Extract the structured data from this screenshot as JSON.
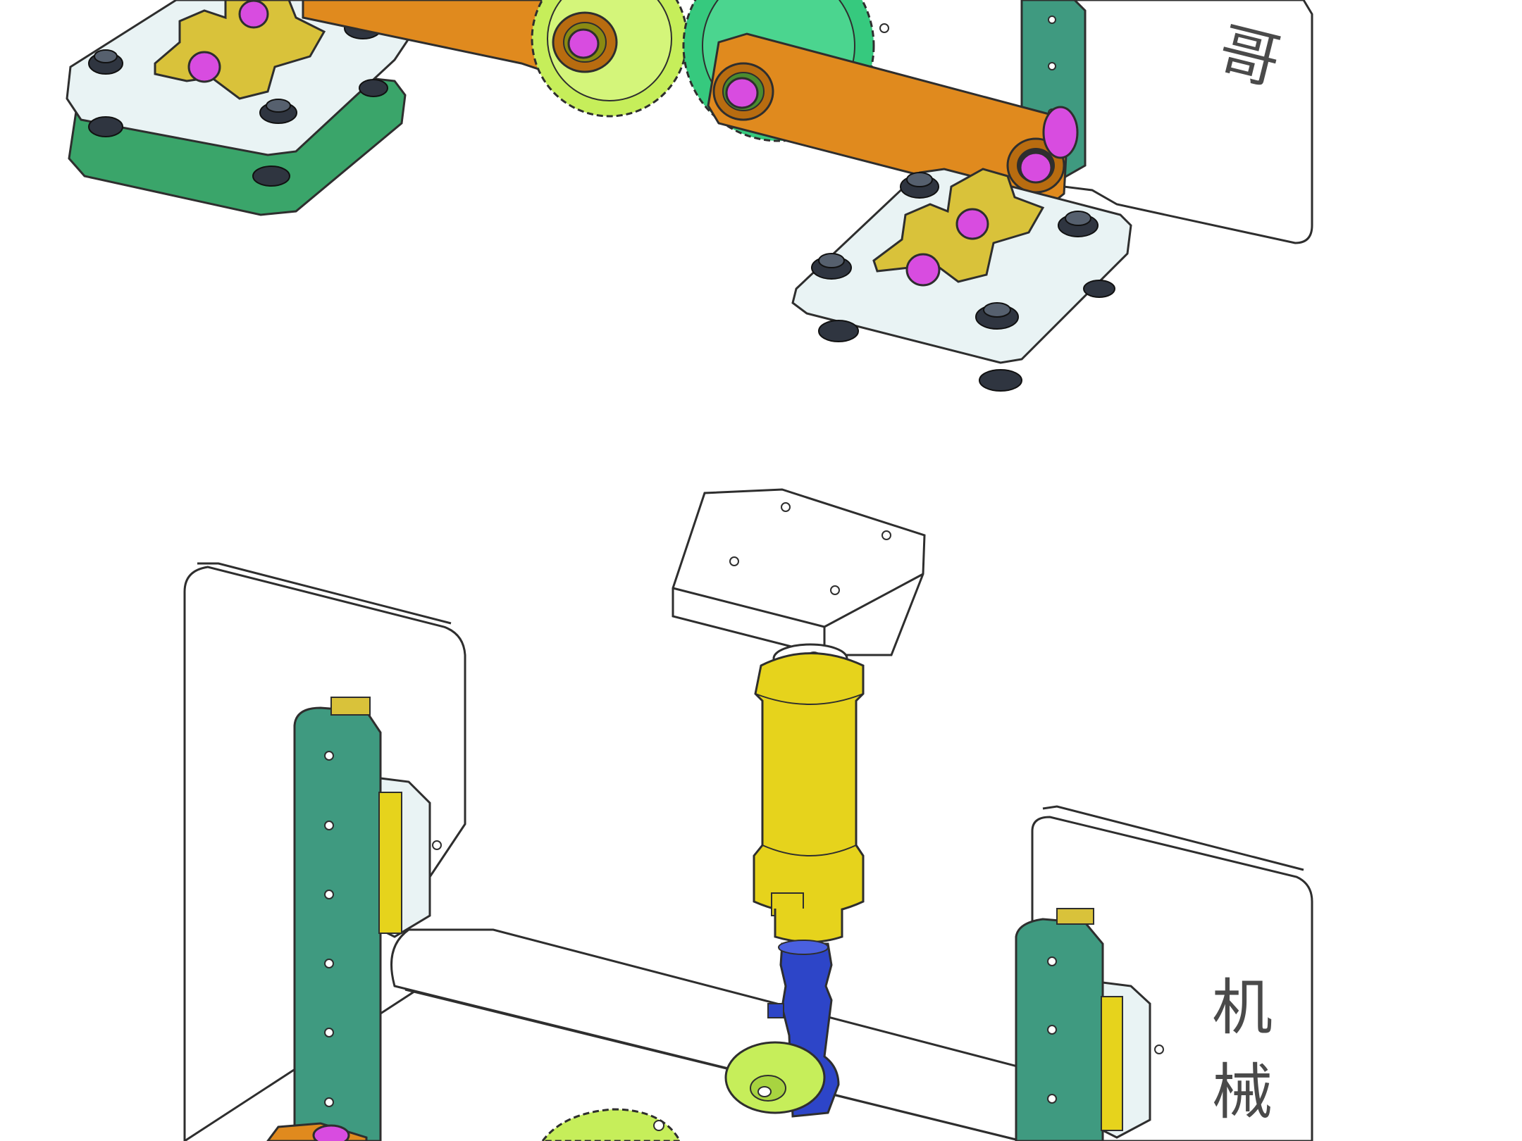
{
  "labels": {
    "top_plate_char": "哥",
    "bottom_plate_char_1": "机",
    "bottom_plate_char_2": "械"
  },
  "colors": {
    "outline": "#2e2e2e",
    "rail_teal": "#3f9a80",
    "rail_teal_dark": "#2f7c66",
    "link_orange": "#e08a1e",
    "link_orange_dark": "#b86c10",
    "pin_magenta": "#d84ce0",
    "gear_lime": "#c6ee5a",
    "gear_green": "#36c97e",
    "cylinder_yellow": "#e6d31c",
    "fitting_blue": "#2d45c8",
    "bearing_gold": "#d9c23a",
    "plate_light": "#e9f3f4",
    "base_green": "#3aa56a",
    "knob_dark": "#2f3540"
  },
  "icons": [
    "gear-icon",
    "pin-icon",
    "bolt-icon",
    "cylinder-icon"
  ]
}
